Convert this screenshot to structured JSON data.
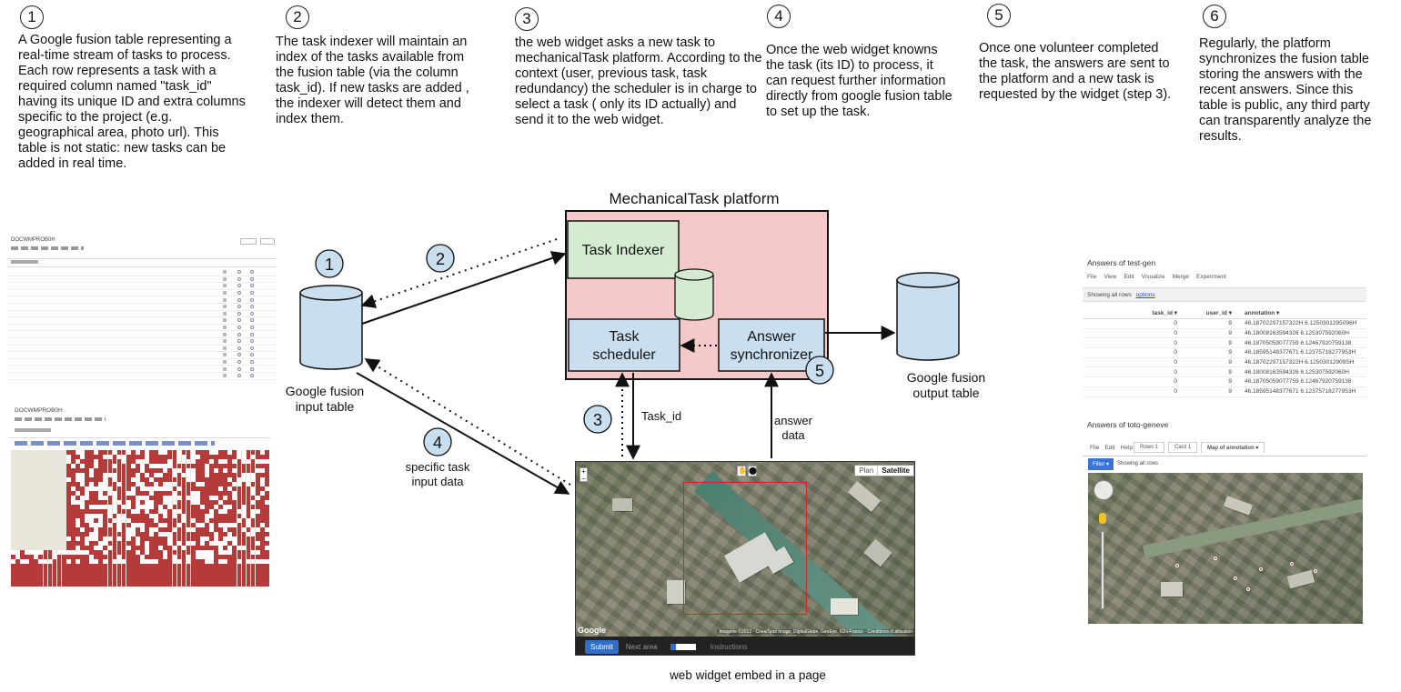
{
  "steps": [
    {
      "num": "1",
      "text": "A Google fusion table representing a real-time stream of tasks to process.  Each row represents a task with a required column named \"task_id\" having its unique ID and extra columns specific to the project (e.g. geographical area, photo url).  This table is not static: new tasks can be added in real time."
    },
    {
      "num": "2",
      "text": "The task indexer will maintain an index of the  tasks available from the fusion table (via the column task_id). If new tasks are added , the indexer will detect them and index them."
    },
    {
      "num": "3",
      "text": "the web widget asks a new task to mechanicalTask platform. According to the context  (user, previous task, task redundancy) the scheduler is in charge to select a task ( only its ID actually) and send it  to the web widget."
    },
    {
      "num": "4",
      "text": "Once the web widget knowns the task  (its ID) to process, it can request further information directly from google fusion table to set up the task."
    },
    {
      "num": "5",
      "text": "Once one volunteer completed the task, the answers are sent to the platform and a new task is requested by the widget (step 3)."
    },
    {
      "num": "6",
      "text": "Regularly, the platform synchronizes the fusion table storing the answers with the recent answers. Since this table is public, any third party can transparently analyze the results."
    }
  ],
  "platform": {
    "title": "MechanicalTask platform",
    "indexer": "Task Indexer",
    "scheduler_line1": "Task",
    "scheduler_line2": "scheduler",
    "sync_line1": "Answer",
    "sync_line2": "synchronizer"
  },
  "labels": {
    "input_table_line1": "Google fusion",
    "input_table_line2": "input table",
    "output_table_line1": "Google fusion",
    "output_table_line2": "output table",
    "task_id": "Task_id",
    "answer_line1": "answer",
    "answer_line2": "data",
    "specific_line1": "specific task",
    "specific_line2": "input data",
    "widget_caption": "web widget embed in a page",
    "diagram_num_1": "1",
    "diagram_num_2": "2",
    "diagram_num_3": "3",
    "diagram_num_4": "4",
    "diagram_num_5": "5"
  },
  "widget": {
    "map_toggle_plan": "Plan",
    "map_toggle_satellite": "Satellite",
    "submit": "Submit",
    "next_area": "Next area",
    "instructions": "Instructions",
    "zoom_plus": "+",
    "zoom_minus": "−",
    "attribution": "Imagerie ©2012 · Cnes/Spot Image, DigitalGlobe, GeoEye, IGN-France · Conditions d'utilisation",
    "google_logo": "Google"
  },
  "thumb_top_left": {
    "title": "DOCWMPROB0H"
  },
  "thumb_bottom_left": {
    "title": "DOCWMPROB0H"
  },
  "answers_table": {
    "title": "Answers of test-gen",
    "menu": [
      "File",
      "View",
      "Edit",
      "Visualize",
      "Merge",
      "Experiment"
    ],
    "showing": "Showing all rows",
    "options": "options",
    "columns": [
      "task_id ▾",
      "user_id ▾",
      "annotation ▾"
    ],
    "rows": [
      [
        "0",
        "9",
        "46.18702297157322H 6.1250301295096H"
      ],
      [
        "0",
        "9",
        "46.18008163594326 6.125307592060H"
      ],
      [
        "0",
        "9",
        "46.18705059077759 6.12467920759138"
      ],
      [
        "0",
        "9",
        "46.18595148377671 6.12375718277953H"
      ],
      [
        "0",
        "9",
        "46.18702297157322H 6.12503012909SH"
      ],
      [
        "0",
        "9",
        "46.18008163594326 6.125307592060H"
      ],
      [
        "0",
        "9",
        "46.18705059077759 6.12467920759138"
      ],
      [
        "0",
        "9",
        "46.18595148377671 6.12375718277953H"
      ]
    ]
  },
  "map_thumb": {
    "title": "Answers of toto-geneve",
    "menu": [
      "File",
      "Edit",
      "Help"
    ],
    "tabs": [
      "Rows 1",
      "Card 1",
      "Map of annotation ▾"
    ],
    "filter": "Filter ▾",
    "showing": "Showing all rows"
  }
}
